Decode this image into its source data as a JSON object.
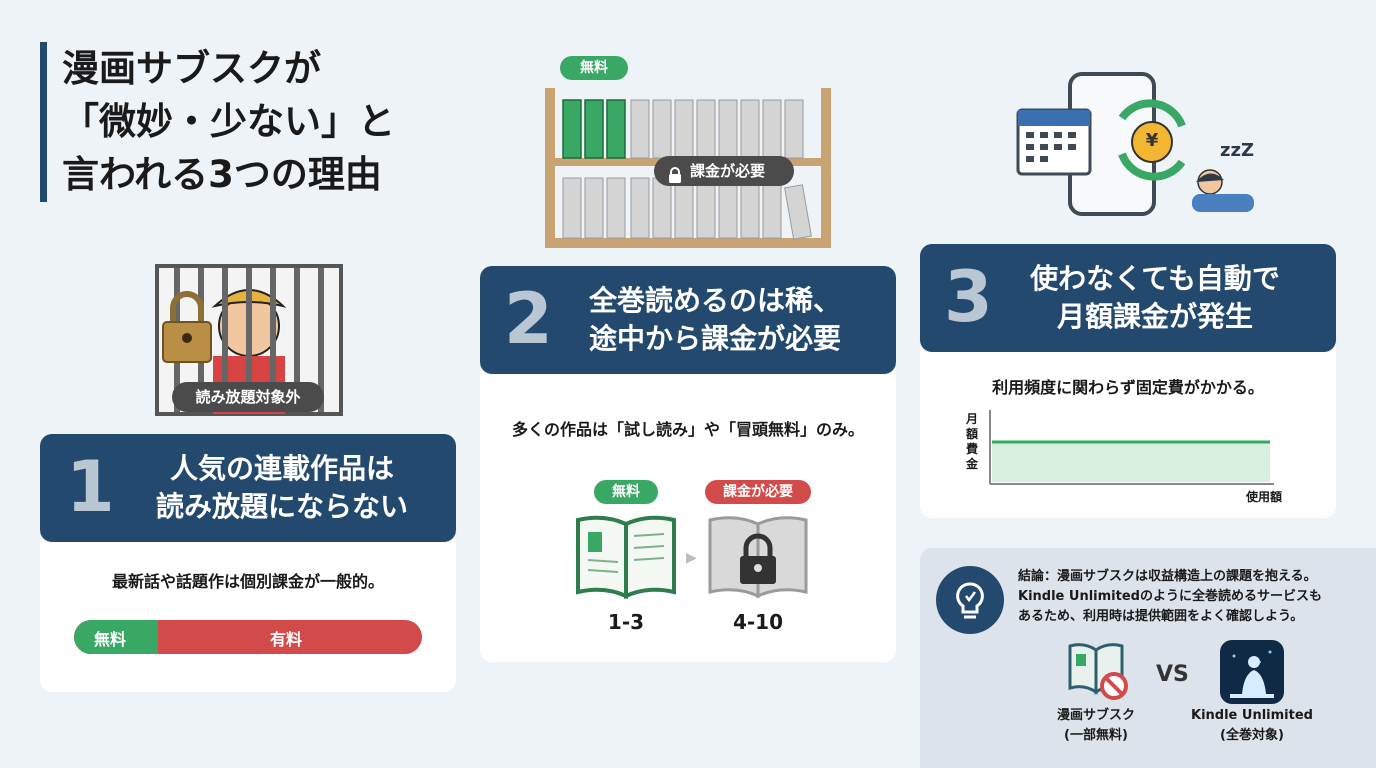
{
  "title": {
    "line1": "漫画サブスクが",
    "line2": "「微妙・少ない」と",
    "line3": "言われる3つの理由"
  },
  "reason1": {
    "number": "1",
    "heading_line1": "人気の連載作品は",
    "heading_line2": "読み放題にならない",
    "badge": "読み放題対象外",
    "description": "最新話や話題作は個別課金が一般的。",
    "bar": {
      "free_label": "無料",
      "paid_label": "有料",
      "free_fraction": 0.24
    }
  },
  "reason2": {
    "number": "2",
    "heading_line1": "全巻読めるのは稀、",
    "heading_line2": "途中から課金が必要",
    "shelf_free_label": "無料",
    "shelf_lock_label": "課金が必要",
    "description": "多くの作品は「試し読み」や「冒頭無料」のみ。",
    "book_free_label": "無料",
    "book_paid_label": "課金が必要",
    "free_range": "1-3",
    "paid_range": "4-10"
  },
  "reason3": {
    "number": "3",
    "heading_line1": "使わなくても自動で",
    "heading_line2": "月額課金が発生",
    "description": "利用頻度に関わらず固定費がかかる。",
    "chart": {
      "ylabel": "月額費金",
      "xlabel": "使用額"
    },
    "currency_icon_text": "¥",
    "sleep_text": "zzZ"
  },
  "conclusion": {
    "line1": "結論：漫画サブスクは収益構造上の課題を抱える。",
    "line2": "Kindle Unlimitedのように全巻読めるサービスも",
    "line3": "あるため、利用時は提供範囲をよく確認しよう。",
    "left_label": "漫画サブスク",
    "left_sub": "(一部無料)",
    "vs": "VS",
    "right_label": "Kindle Unlimited",
    "right_sub": "(全巻対象)"
  },
  "colors": {
    "navy": "#24496e",
    "green": "#3aa865",
    "red": "#d24a4a"
  }
}
